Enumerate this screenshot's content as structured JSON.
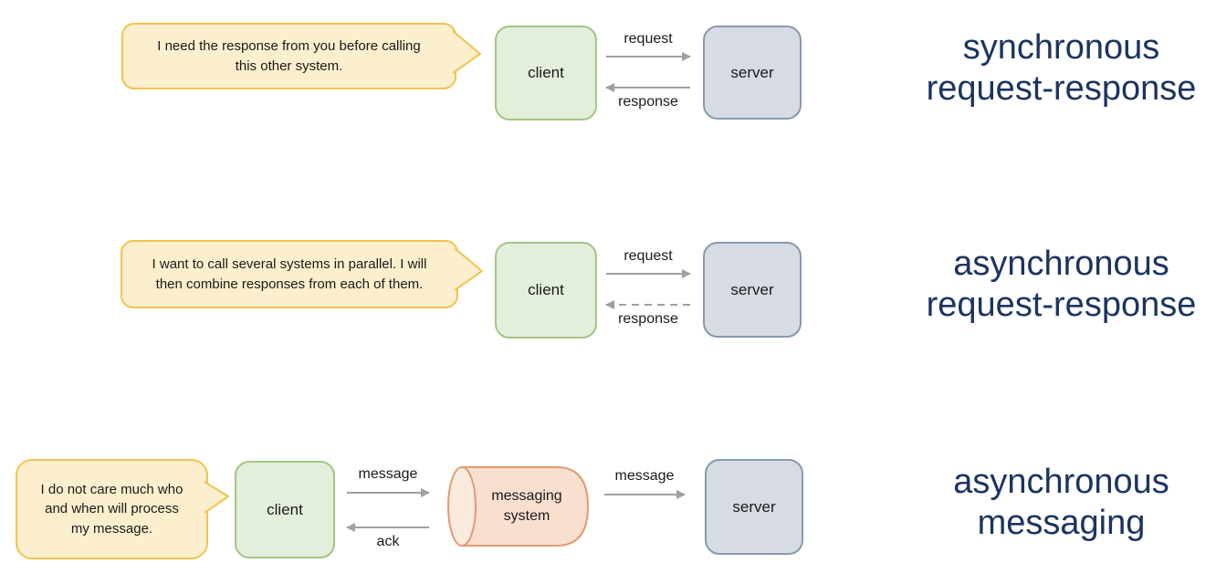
{
  "colors": {
    "bubble_fill": "#FBEFCD",
    "bubble_border": "#F3C34F",
    "client_fill": "#E3EFDB",
    "client_border": "#A2C585",
    "server_fill": "#D7DCE4",
    "server_border": "#8799AF",
    "queue_fill": "#F9DFCF",
    "queue_cap_fill": "#FBEBDF",
    "queue_border": "#E29A72",
    "arrow": "#A0A0A0",
    "title_text": "#1C3461"
  },
  "rows": [
    {
      "bubble_lines": [
        "I need the response from you before calling",
        "this other system."
      ],
      "client_label": "client",
      "server_label": "server",
      "top_arrow_label": "request",
      "bottom_arrow_label": "response",
      "title_lines": [
        "synchronous",
        "request-response"
      ]
    },
    {
      "bubble_lines": [
        "I want to call several systems in parallel. I will",
        "then combine responses from each of them."
      ],
      "client_label": "client",
      "server_label": "server",
      "top_arrow_label": "request",
      "bottom_arrow_label": "response",
      "title_lines": [
        "asynchronous",
        "request-response"
      ]
    },
    {
      "bubble_lines": [
        "I do not care much who",
        "and when will process",
        "my message."
      ],
      "client_label": "client",
      "queue_lines": [
        "messaging",
        "system"
      ],
      "top_arrow_label": "message",
      "bottom_arrow_label": "ack",
      "queue_server_arrow_label": "message",
      "server_label": "server",
      "title_lines": [
        "asynchronous",
        "messaging"
      ]
    }
  ]
}
